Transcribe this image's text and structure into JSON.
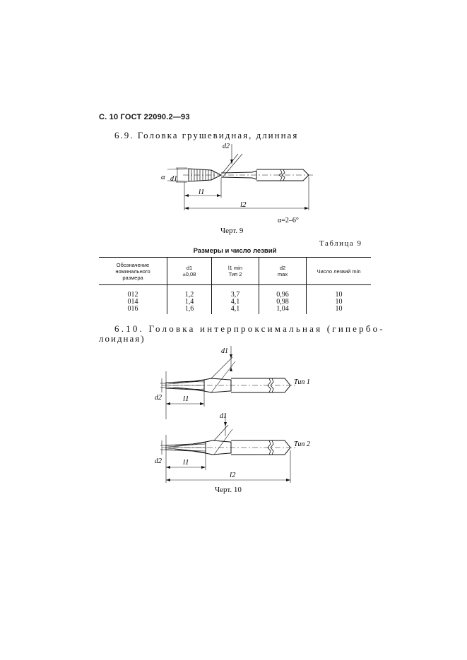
{
  "header": "С. 10 ГОСТ 22090.2—93",
  "section_6_9": {
    "title": "6.9. Головка грушевидная, длинная",
    "figure_labels": {
      "alpha": "α",
      "d1": "d1",
      "d2": "d2",
      "l1": "l1",
      "l2": "l2"
    },
    "angle_note": "α=2–6°",
    "caption": "Черт. 9"
  },
  "table": {
    "label": "Таблица 9",
    "title": "Размеры и число лезвий",
    "headers": [
      [
        "Обозначение",
        "номинального",
        "размера"
      ],
      [
        "d1",
        "±0,08"
      ],
      [
        "l1 min",
        "Тип 2"
      ],
      [
        "d2",
        "max"
      ],
      [
        "Число лезвий min"
      ]
    ],
    "rows": [
      [
        "012",
        "1,2",
        "3,7",
        "0,96",
        "10"
      ],
      [
        "014",
        "1,4",
        "4,1",
        "0,98",
        "10"
      ],
      [
        "016",
        "1,6",
        "4,1",
        "1,04",
        "10"
      ]
    ]
  },
  "section_6_10": {
    "title_line1": "6.10. Головка интерпроксимальная (гипербо-",
    "title_line2": "лоидная)",
    "type1": {
      "label": "Тип 1",
      "d1": "d1",
      "d2": "d2",
      "l1": "l1"
    },
    "type2": {
      "label": "Тип 2",
      "d1": "d1",
      "d2": "d2",
      "l1": "l1",
      "l2": "l2"
    },
    "caption": "Черт. 10"
  }
}
